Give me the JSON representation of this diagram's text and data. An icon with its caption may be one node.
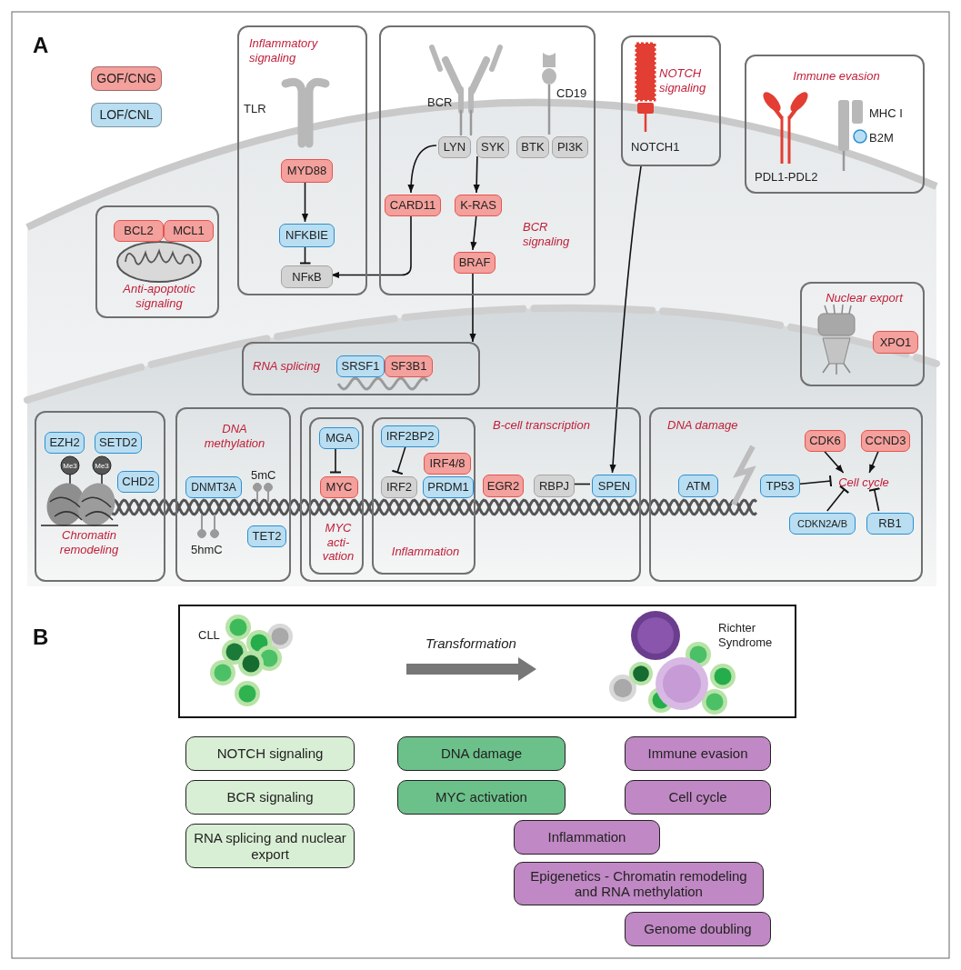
{
  "diagram": {
    "nodes": [
      {
        "text": [
          "Inflammatory signaling"
        ]
      },
      {
        "text": [
          "MYD88"
        ],
        "in": 0
      },
      {
        "text": [
          "NFKBIE"
        ],
        "in": 0
      },
      {
        "text": [
          "NFκB"
        ],
        "in": 0
      },
      {
        "text": [
          "BCR signaling"
        ]
      },
      {
        "text": [
          "LYN"
        ],
        "in": 4
      },
      {
        "text": [
          "SYK"
        ],
        "in": 4
      },
      {
        "text": [
          "BTK"
        ],
        "in": 4
      },
      {
        "text": [
          "PI3K"
        ],
        "in": 4
      },
      {
        "text": [
          "CARD11"
        ],
        "in": 4
      },
      {
        "text": [
          "K-RAS"
        ],
        "in": 4
      },
      {
        "text": [
          "BRAF"
        ],
        "in": 4
      },
      {
        "text": [
          "NOTCH signaling",
          "NOTCH1"
        ]
      },
      {
        "text": [
          "Immune evasion"
        ]
      },
      {
        "text": [
          "Anti-apoptotic signaling"
        ]
      },
      {
        "text": [
          "BCL2"
        ],
        "in": 14
      },
      {
        "text": [
          "MCL1"
        ],
        "in": 14
      },
      {
        "text": [
          "Nuclear export"
        ]
      },
      {
        "text": [
          "XPO1"
        ],
        "in": 17
      },
      {
        "text": [
          "RNA splicing"
        ]
      },
      {
        "text": [
          "SRSF1"
        ],
        "in": 19
      },
      {
        "text": [
          "SF3B1"
        ],
        "in": 19
      },
      {
        "text": [
          "Chromatin remodeling"
        ]
      },
      {
        "text": [
          "EZH2"
        ],
        "in": 22
      },
      {
        "text": [
          "SETD2"
        ],
        "in": 22
      },
      {
        "text": [
          "CHD2"
        ],
        "in": 22
      },
      {
        "text": [
          "DNA methylation"
        ]
      },
      {
        "text": [
          "DNMT3A"
        ],
        "in": 26
      },
      {
        "text": [
          "TET2"
        ],
        "in": 26
      },
      {
        "text": [
          "B-cell transcription"
        ]
      },
      {
        "text": [
          "MYC acti- vation"
        ],
        "in": 29
      },
      {
        "text": [
          "MGA"
        ],
        "in": 30
      },
      {
        "text": [
          "MYC"
        ],
        "in": 30
      },
      {
        "text": [
          "Inflammation"
        ],
        "in": 29
      },
      {
        "text": [
          "IRF2BP2"
        ],
        "in": 33
      },
      {
        "text": [
          "IRF4/8"
        ],
        "in": 33
      },
      {
        "text": [
          "IRF2"
        ],
        "in": 33
      },
      {
        "text": [
          "PRDM1"
        ],
        "in": 33
      },
      {
        "text": [
          "EGR2"
        ],
        "in": 29
      },
      {
        "text": [
          "RBPJ"
        ],
        "in": 29
      },
      {
        "text": [
          "SPEN"
        ],
        "in": 29
      },
      {
        "text": [
          "DNA damage"
        ]
      },
      {
        "text": [
          "ATM"
        ],
        "in": 41
      },
      {
        "text": [
          "TP53"
        ],
        "in": 41
      },
      {
        "text": [
          "CDK6"
        ],
        "in": 41
      },
      {
        "text": [
          "CCND3"
        ],
        "in": 41
      },
      {
        "text": [
          "Cell cycle"
        ],
        "in": 41
      },
      {
        "text": [
          "CDKN2A/B"
        ],
        "in": 41
      },
      {
        "text": [
          "RB1"
        ],
        "in": 41
      },
      {
        "text": [
          "CLL",
          "Transformation",
          "Richter Syndrome"
        ]
      },
      {
        "text": [
          "NOTCH signaling"
        ]
      },
      {
        "text": [
          "DNA damage"
        ]
      },
      {
        "text": [
          "Immune evasion"
        ]
      },
      {
        "text": [
          "BCR signaling"
        ]
      },
      {
        "text": [
          "MYC activation"
        ]
      },
      {
        "text": [
          "Cell cycle"
        ]
      },
      {
        "text": [
          "RNA splicing and nuclear export"
        ]
      },
      {
        "text": [
          "Inflammation"
        ]
      },
      {
        "text": [
          "Epigenetics - Chromatin remodeling and RNA methylation"
        ]
      },
      {
        "text": [
          "Genome doubling"
        ]
      }
    ],
    "edges": [
      {
        "from": 1,
        "to": 2,
        "arrow": "to"
      },
      {
        "from": 2,
        "to": 3,
        "arrow": "other"
      },
      {
        "from": 5,
        "to": 9,
        "arrow": "to"
      },
      {
        "from": 6,
        "to": 10,
        "arrow": "to"
      },
      {
        "from": 10,
        "to": 11,
        "arrow": "to"
      },
      {
        "from": 9,
        "to": 3,
        "arrow": "to"
      },
      {
        "from": 11,
        "to": 19,
        "arrow": "to"
      },
      {
        "from": 12,
        "to": 40,
        "arrow": "to"
      },
      {
        "from": 31,
        "to": 32,
        "arrow": "other"
      },
      {
        "from": 34,
        "to": 36,
        "arrow": "other"
      },
      {
        "from": 40,
        "to": 39,
        "arrow": "other"
      },
      {
        "from": 44,
        "to": 46,
        "arrow": "to"
      },
      {
        "from": 45,
        "to": 46,
        "arrow": "to"
      },
      {
        "from": 43,
        "to": 46,
        "arrow": "other"
      },
      {
        "from": 47,
        "to": 46,
        "arrow": "other"
      },
      {
        "from": 48,
        "to": 46,
        "arrow": "other"
      }
    ],
    "labels": [
      "A",
      "TLR",
      "BCR",
      "CD19",
      "MHC I",
      "B2M",
      "PDL1-PDL2",
      "Me3",
      "Me3",
      "5mC",
      "5hmC",
      "B"
    ],
    "legend": [
      {
        "text": "GOF/CNG",
        "color": "#f4a09c"
      },
      {
        "text": "LOF/CNL",
        "color": "#b9def2"
      }
    ]
  }
}
